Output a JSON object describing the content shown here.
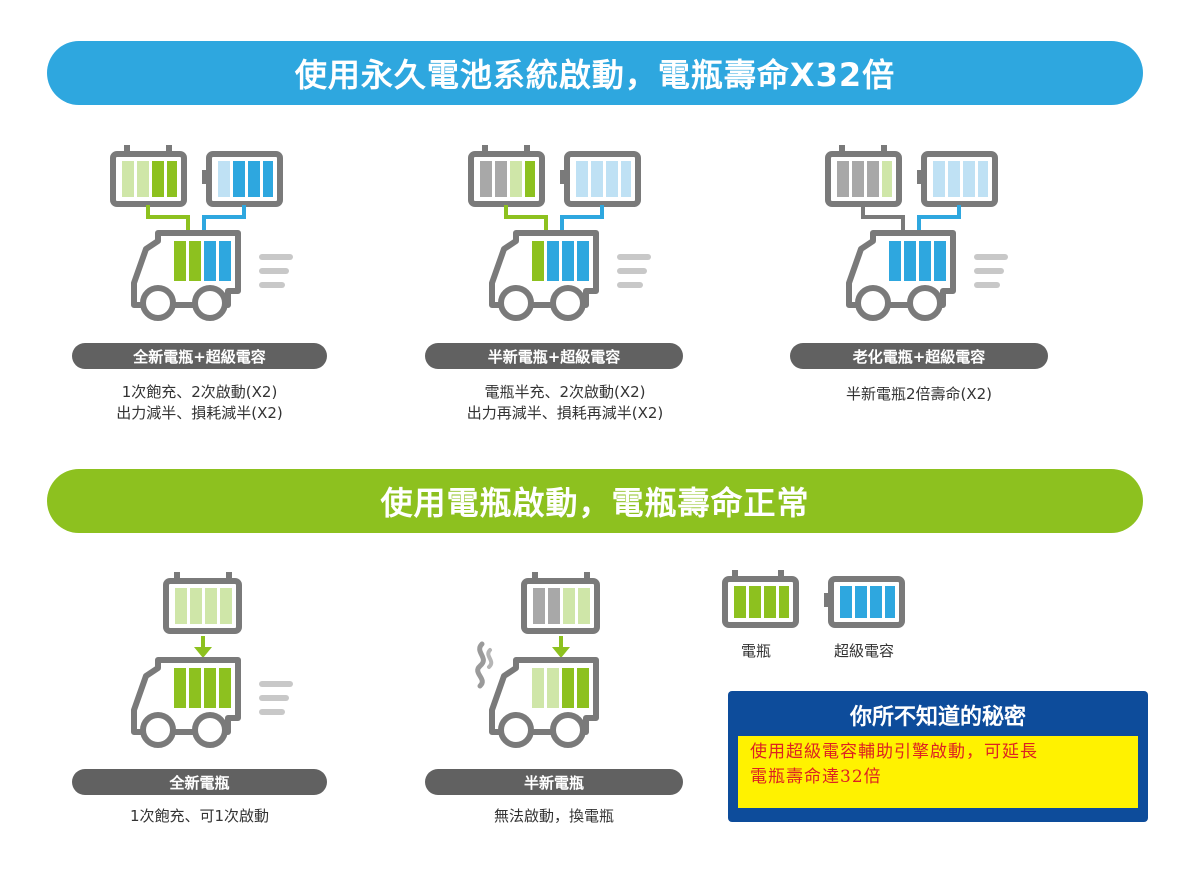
{
  "banners": {
    "top": "使用永久電池系統啟動，電瓶壽命X32倍",
    "bottom": "使用電瓶啟動，電瓶壽命正常"
  },
  "scenarios_top": [
    {
      "label": "全新電瓶+超級電容",
      "desc_lines": [
        "1次飽充、2次啟動(X2)",
        "出力減半、損耗減半(X2)"
      ]
    },
    {
      "label": "半新電瓶+超級電容",
      "desc_lines": [
        "電瓶半充、2次啟動(X2)",
        "出力再減半、損耗再減半(X2)"
      ]
    },
    {
      "label": "老化電瓶+超級電容",
      "desc_lines": [
        "半新電瓶2倍壽命(X2)"
      ]
    }
  ],
  "scenarios_bottom": [
    {
      "label": "全新電瓶",
      "desc_lines": [
        "1次飽充、可1次啟動"
      ]
    },
    {
      "label": "半新電瓶",
      "desc_lines": [
        "無法啟動，換電瓶"
      ]
    }
  ],
  "legend": {
    "battery_label": "電瓶",
    "capacitor_label": "超級電容"
  },
  "secret_box": {
    "title": "你所不知道的秘密",
    "body_lines": [
      "使用超級電容輔助引擎啟動，可延長",
      "電瓶壽命達32倍"
    ]
  },
  "colors": {
    "blue": "#2ea7df",
    "green": "#8dc11f",
    "gray": "#7a7a7a",
    "pill": "#616161",
    "navy": "#0d4c9b",
    "yellow": "#fff200",
    "red_text": "#d22222"
  },
  "icons": [
    "car-battery-icon",
    "supercapacitor-icon",
    "truck-icon",
    "speed-lines-icon",
    "down-arrow-icon",
    "smoke-icon"
  ]
}
